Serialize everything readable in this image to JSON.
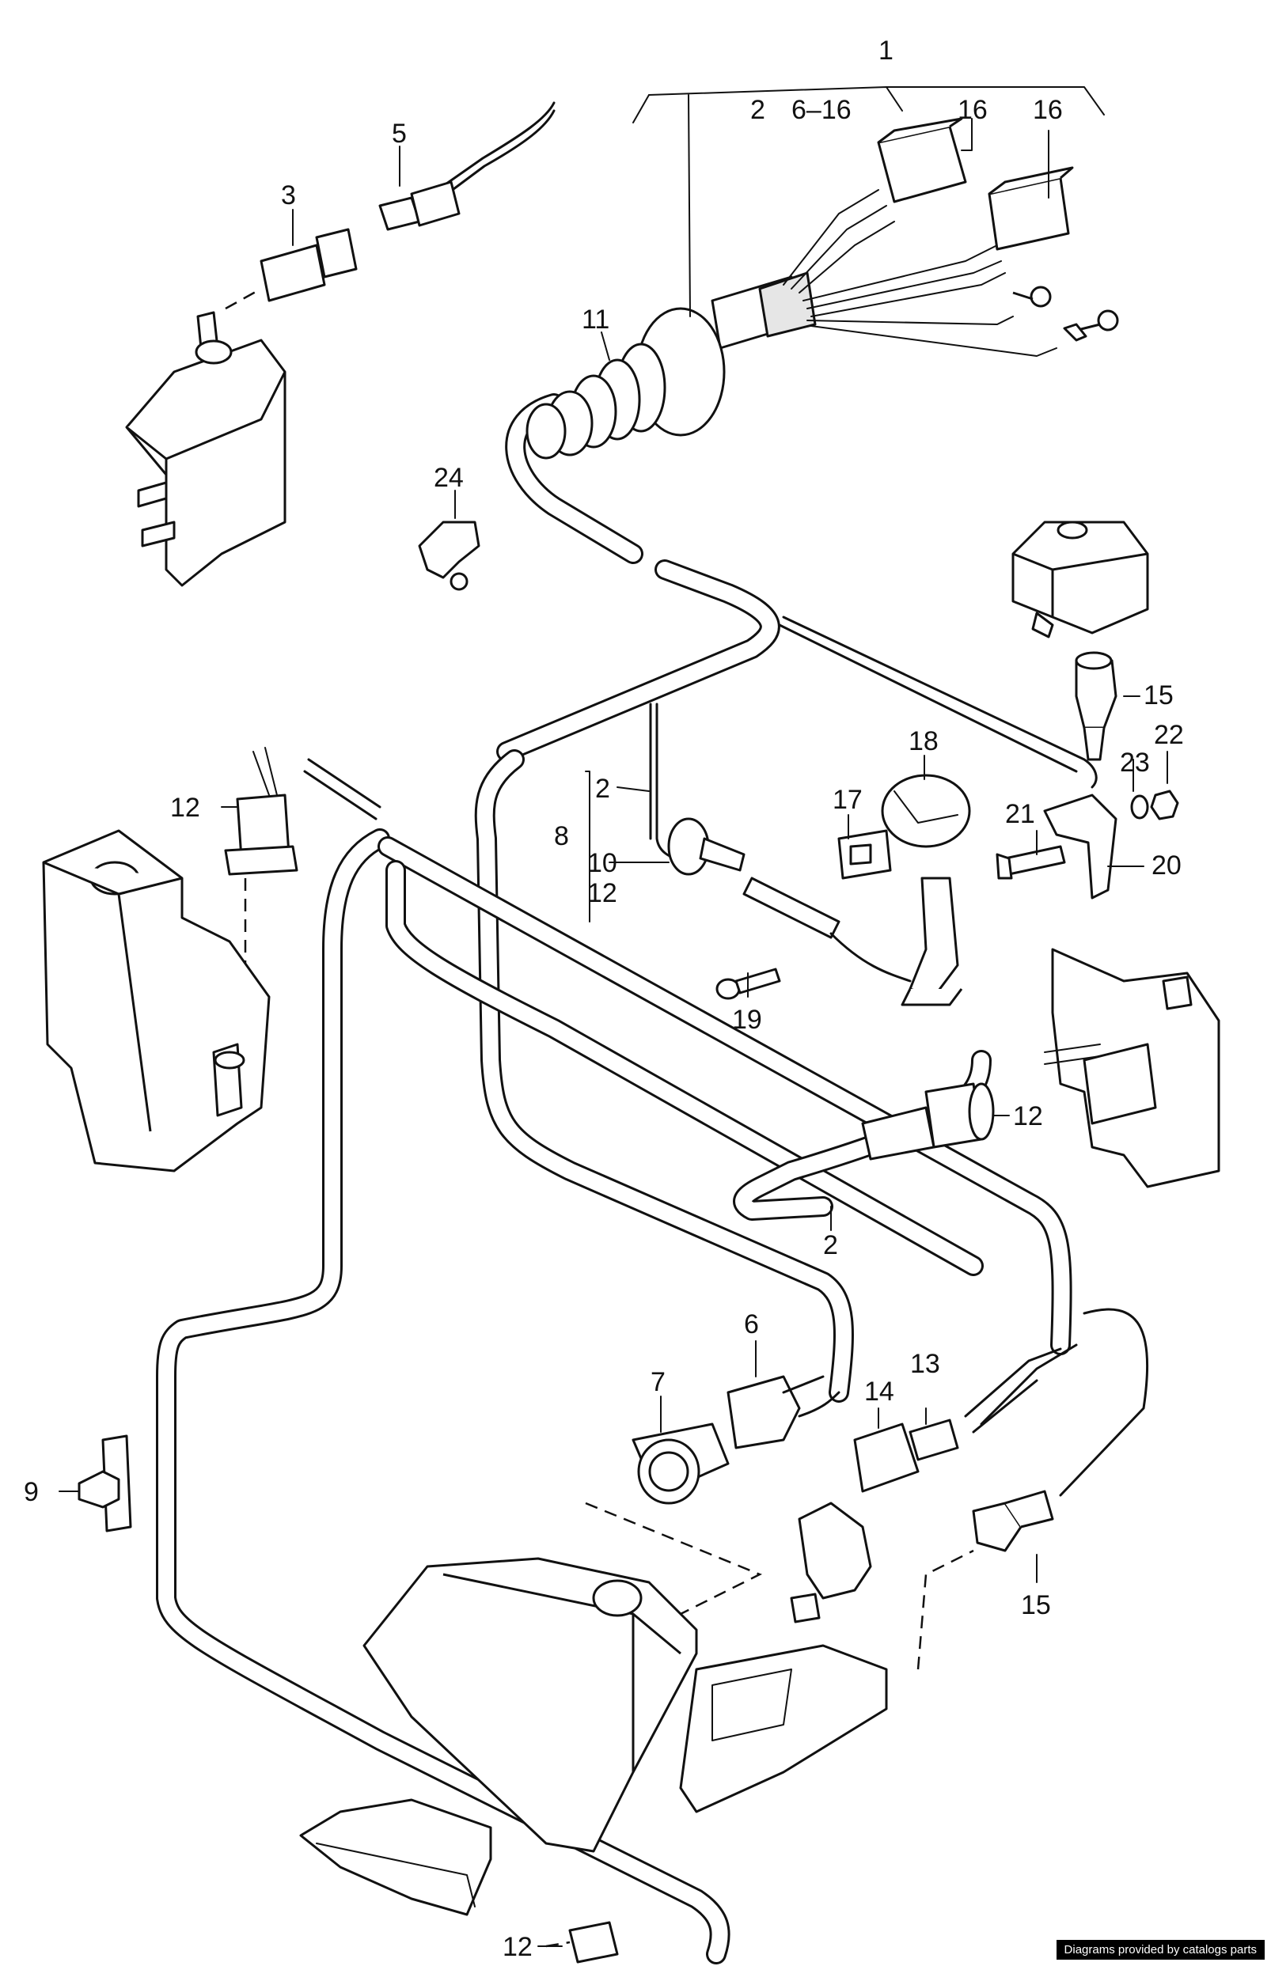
{
  "labels": {
    "l1": "1",
    "l2a": "2",
    "l6_16": "6–16",
    "l16a": "16",
    "l16b": "16",
    "l3": "3",
    "l5": "5",
    "l11": "11",
    "l24": "24",
    "l15a": "15",
    "l22": "22",
    "l23": "23",
    "l21": "21",
    "l20": "20",
    "l18": "18",
    "l17": "17",
    "l2b": "2",
    "l8": "8",
    "l10": "10",
    "l12a": "12",
    "l19": "19",
    "l12b": "12",
    "l12c": "12",
    "l2c": "2",
    "l6": "6",
    "l7": "7",
    "l14": "14",
    "l13": "13",
    "l9": "9",
    "l15b": "15",
    "l12d": "12"
  },
  "credit": "Diagrams provided by catalogs parts"
}
